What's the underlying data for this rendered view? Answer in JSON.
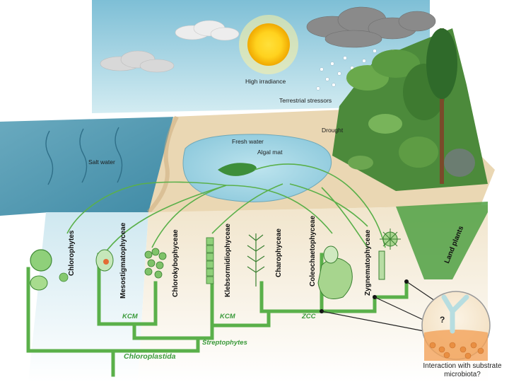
{
  "environment": {
    "high_irradiance": "High irradiance",
    "terrestrial_stressors": "Terrestrial stressors",
    "drought": "Drought",
    "fresh_water": "Fresh water",
    "algal_mat": "Algal mat",
    "salt_water": "Salt water"
  },
  "lineages": [
    "Chlorophytes",
    "Mesostigmatophyceae",
    "Chlorokybophyceae",
    "Klebsormidiophyceae",
    "Charophyceae",
    "Coleochaetophyceae",
    "Zygnematophyceae"
  ],
  "land_plants": "Land plants",
  "clades": {
    "kcm_1": "KCM",
    "kcm_2": "KCM",
    "zcc": "ZCC",
    "streptophytes": "Streptophytes",
    "chloroplastida": "Chloroplastida"
  },
  "inset": {
    "question_mark": "?",
    "caption": "Interaction with substrate microbiota?"
  },
  "colors": {
    "tree_green": "#5ab04a",
    "tree_green_dark": "#3c8a34",
    "sky": "#9fcedc",
    "sea": "#5f9fb6",
    "sand": "#e8d5b2",
    "fresh_water": "#9cd3e4"
  }
}
